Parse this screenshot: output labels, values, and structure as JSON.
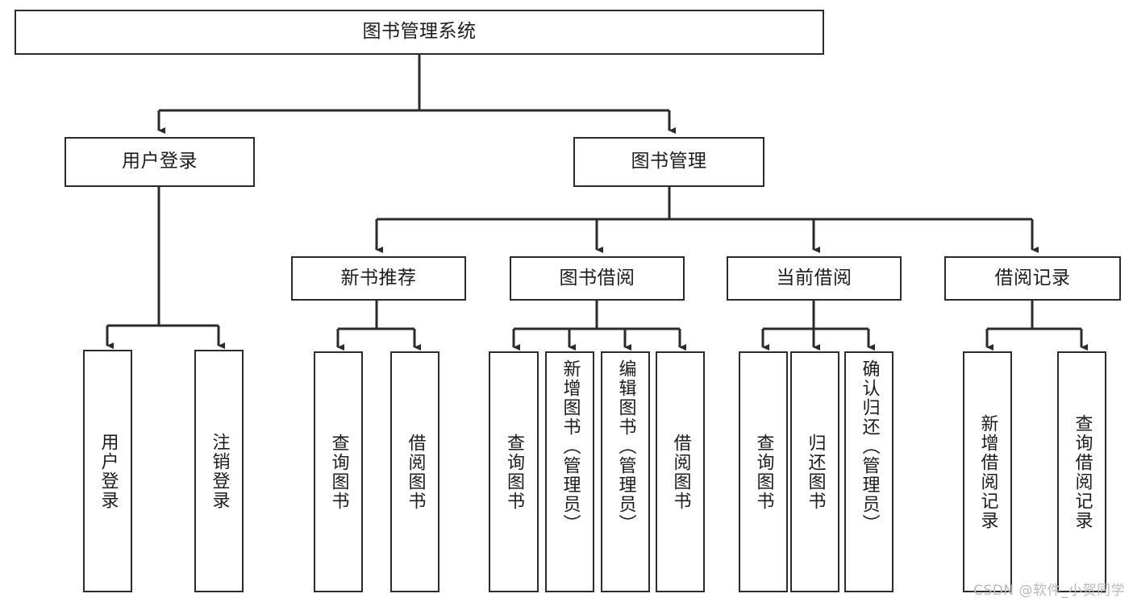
{
  "diagram": {
    "type": "hierarchy-tree",
    "title": "图书管理系统",
    "root": {
      "label": "图书管理系统"
    },
    "level2": [
      {
        "label": "用户登录"
      },
      {
        "label": "图书管理"
      }
    ],
    "level3": [
      {
        "label": "新书推荐"
      },
      {
        "label": "图书借阅"
      },
      {
        "label": "当前借阅"
      },
      {
        "label": "借阅记录"
      }
    ],
    "leaves": {
      "user_login": [
        {
          "label": "用户登录"
        },
        {
          "label": "注销登录"
        }
      ],
      "new_book_recommend": [
        {
          "label": "查询图书"
        },
        {
          "label": "借阅图书"
        }
      ],
      "book_borrow": [
        {
          "label": "查询图书"
        },
        {
          "label": "新增图书（管理员）"
        },
        {
          "label": "编辑图书（管理员）"
        },
        {
          "label": "借阅图书"
        }
      ],
      "current_borrow": [
        {
          "label": "查询图书"
        },
        {
          "label": "归还图书"
        },
        {
          "label": "确认归还（管理员）"
        }
      ],
      "borrow_record": [
        {
          "label": "新增借阅记录"
        },
        {
          "label": "查询借阅记录"
        }
      ]
    }
  },
  "watermark": {
    "text": "CSDN @软件_小贺同学"
  },
  "colors": {
    "line": "#2b2b2b",
    "box_border": "#2b2b2b",
    "box_fill": "#ffffff",
    "text": "#1c1c1c",
    "watermark": "#b9b9b9"
  }
}
